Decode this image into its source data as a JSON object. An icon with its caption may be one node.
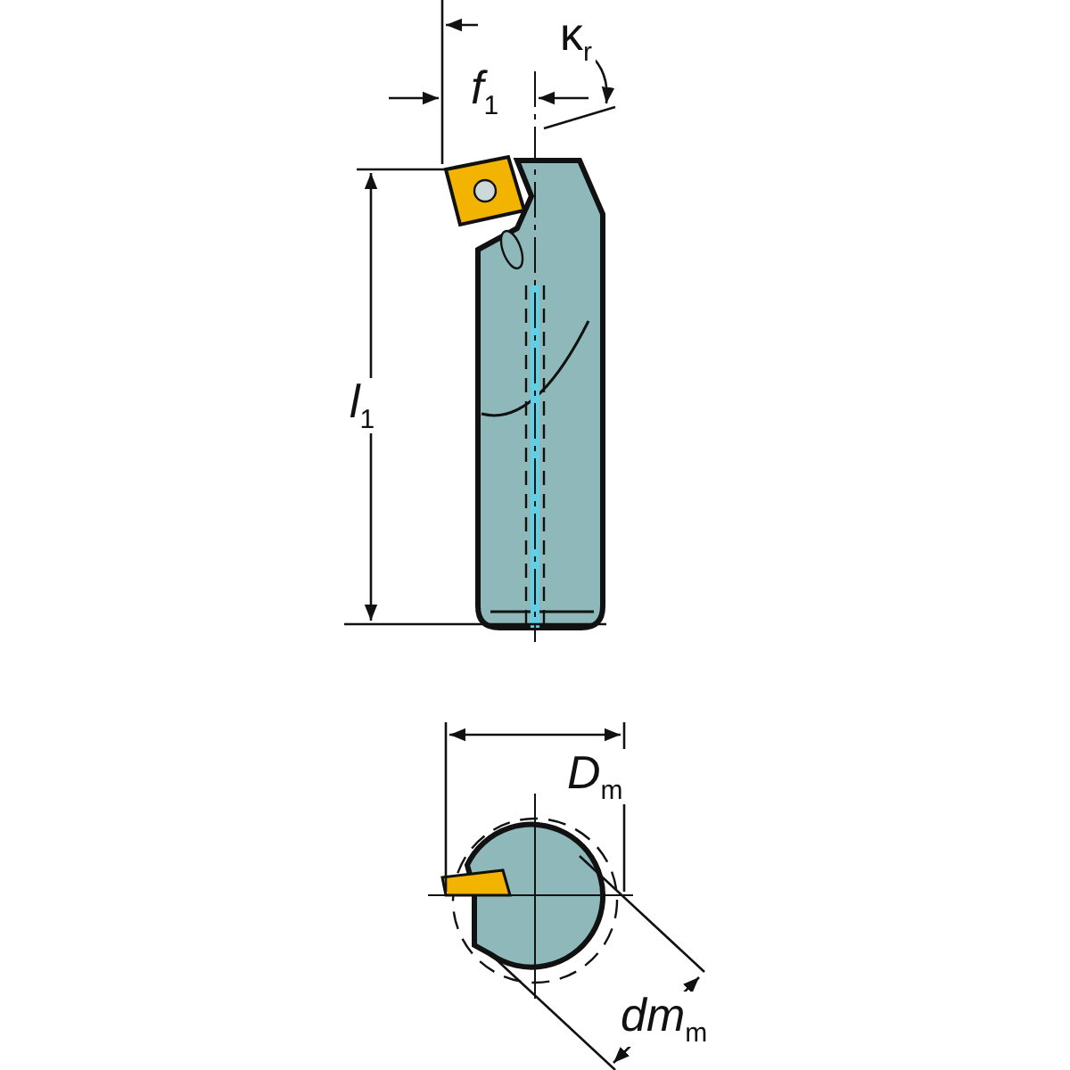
{
  "diagram": {
    "labels": [
      "κ$_{r}$",
      "*f*$_{1}$",
      "*l*$_{1}$",
      "*D*$_{m}$",
      "*dm*$_{m}$"
    ]
  }
}
